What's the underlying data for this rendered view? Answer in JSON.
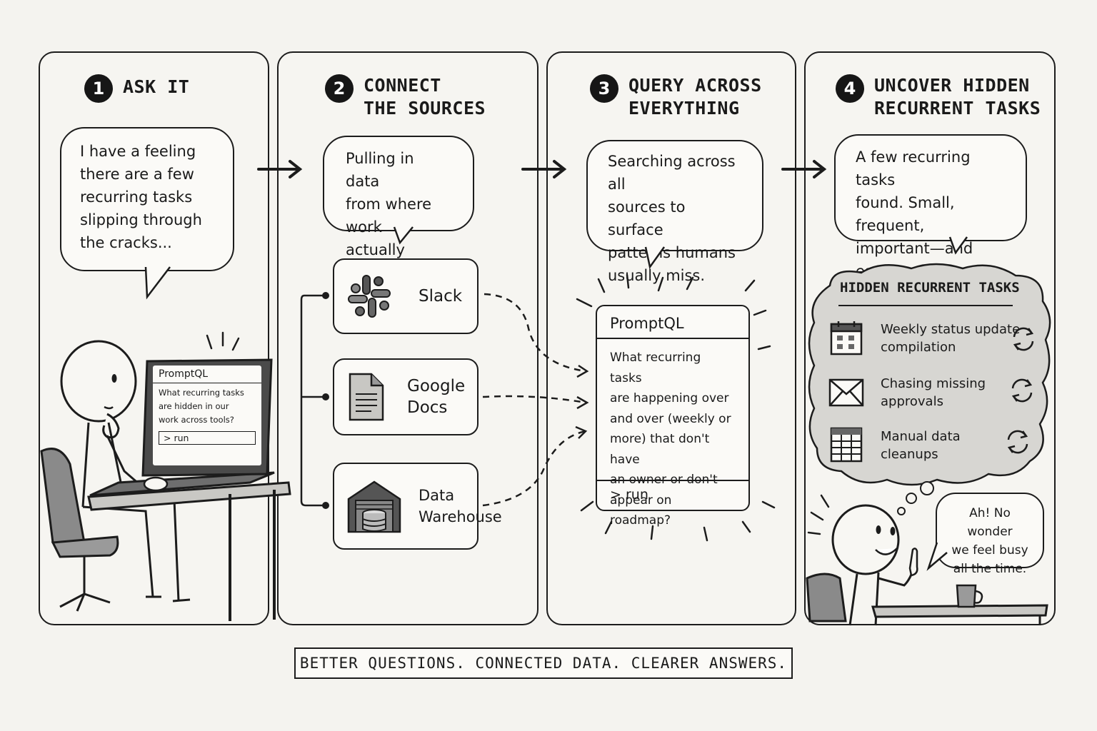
{
  "steps": [
    {
      "number": "1",
      "title": "ASK IT",
      "bubble": "I have a feeling\nthere are a few\nrecurring tasks\nslipping through\nthe cracks..."
    },
    {
      "number": "2",
      "title": "CONNECT\nTHE SOURCES",
      "bubble": "Pulling in data\nfrom where work\nactually happens."
    },
    {
      "number": "3",
      "title": "QUERY ACROSS\nEVERYTHING",
      "bubble": "Searching across all\nsources to surface\npatterns humans\nusually miss."
    },
    {
      "number": "4",
      "title": "UNCOVER HIDDEN\nRECURRENT TASKS",
      "bubble": "A few recurring tasks\nfound. Small, frequent,\nimportant—and easy\nto overlook."
    }
  ],
  "laptop": {
    "app": "PromptQL",
    "question": "What recurring tasks\nare hidden in our\nwork across tools?",
    "run": "> run"
  },
  "sources": [
    {
      "label": "Slack",
      "icon": "slack-icon"
    },
    {
      "label": "Google\nDocs",
      "icon": "document-icon"
    },
    {
      "label": "Data\nWarehouse",
      "icon": "warehouse-database-icon"
    }
  ],
  "promptql": {
    "title": "PromptQL",
    "question": "What recurring tasks\nare happening over\nand over (weekly or\nmore) that don't have\nan owner or don't\nappear on roadmap?",
    "run": "> run"
  },
  "hidden_tasks": {
    "title": "HIDDEN RECURRENT TASKS",
    "items": [
      {
        "label": "Weekly status update\ncompilation",
        "icon": "calendar-icon"
      },
      {
        "label": "Chasing missing\napprovals",
        "icon": "envelope-icon"
      },
      {
        "label": "Manual data\ncleanups",
        "icon": "spreadsheet-icon"
      }
    ]
  },
  "reaction": "Ah! No wonder\nwe feel busy\nall the time.",
  "tagline": "BETTER QUESTIONS. CONNECTED DATA. CLEARER ANSWERS."
}
